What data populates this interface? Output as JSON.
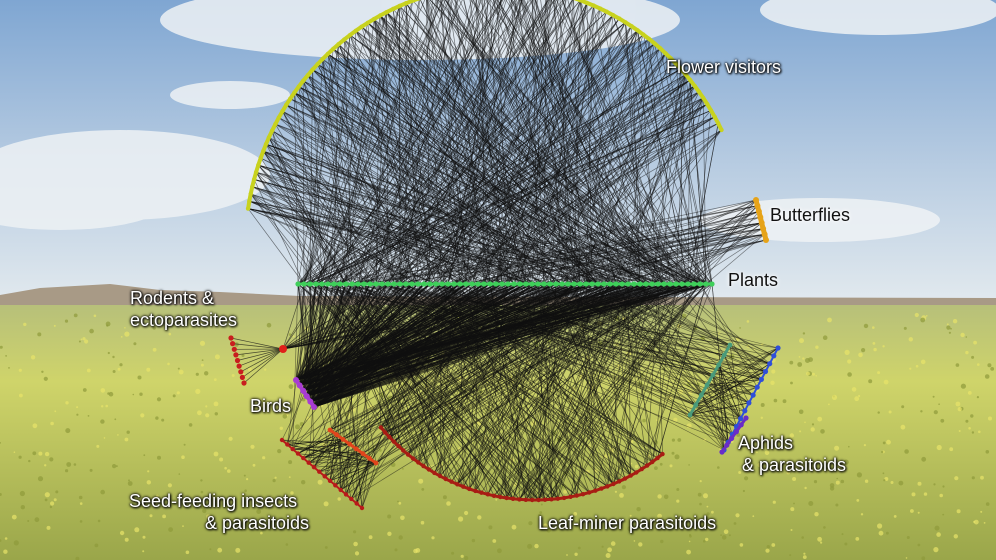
{
  "groups": {
    "flower_visitors": {
      "label": "Flower visitors",
      "color": "#c8d21e"
    },
    "butterflies": {
      "label": "Butterflies",
      "color": "#e6a318"
    },
    "plants": {
      "label": "Plants",
      "color": "#3fcf5a"
    },
    "rodents": {
      "line1": "Rodents &",
      "line2": "ectoparasites",
      "color": "#c81e1e"
    },
    "birds": {
      "label": "Birds",
      "color": "#a83cd2"
    },
    "seed_feeding": {
      "line1": "Seed-feeding insects",
      "line2": "& parasitoids",
      "color": "#b81a1a"
    },
    "leaf_miner": {
      "label": "Leaf-miner parasitoids",
      "color": "#a81c14"
    },
    "aphids": {
      "line1": "Aphids",
      "line2": "& parasitoids",
      "color": "#2f4fd8"
    }
  },
  "colors": {
    "sky_top": "#8fb3d8",
    "sky_bottom": "#dce6ee",
    "field": "#c9cf62",
    "links": "#101010"
  }
}
